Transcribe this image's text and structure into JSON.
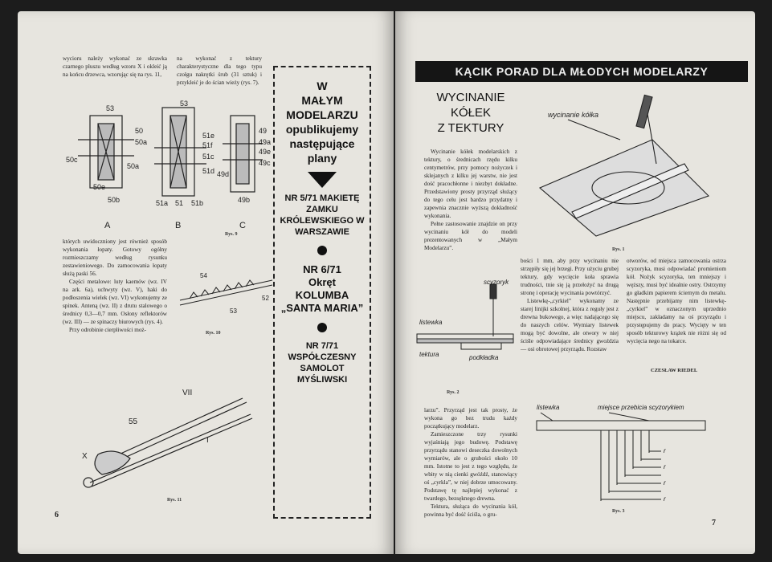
{
  "left_page": {
    "col1_top": "wycioru należy wykonać ze skrawka czarnego pluszu według wzoru X i okleić ją na końcu drzewca, wzorując się na rys. 11,",
    "col2_top": "na wykonać z tektury charakterystyczne dla tego typu czołgu nakrętki śrub (31 sztuk) i przykleić je do ścian wieży (rys. 7).",
    "col_mid": "których uwidoczniony jest również sposób wykonania łopaty. Gotowy ogólny rozmieszczamy według rysunku zestawieniowego. Do zamocowania łopaty służą paski 56.",
    "col_mid2": "Części metalowe: luty kaemów (wz. IV na ark. 6a), uchwyty (wz. V), haki do podłoszenia wielek (wz. VI) wykonujemy ze spinek. Anteną (wz. II) z drutu stalowego o średnicy 0,3—0,7 mm. Osłony reflektorów (wz. III) — ze spinaczy biurowych (rys. 4).",
    "col_mid3": "Przy odrobinie cierpliwości moż-",
    "fig9_labels": {
      "a": "53",
      "b": "50",
      "c": "50a",
      "d": "50c",
      "e": "50a",
      "f": "50e",
      "g": "50b",
      "h": "A",
      "i": "53",
      "j": "51e",
      "k": "51f",
      "l": "51c",
      "m": "51d",
      "n": "51a",
      "o": "51",
      "p": "51b",
      "q": "B",
      "r": "49",
      "s": "49a",
      "t": "49e",
      "u": "49c",
      "v": "49d",
      "w": "49b",
      "x": "C"
    },
    "fig10_labels": {
      "a": "54",
      "b": "53",
      "c": "52"
    },
    "fig11_labels": {
      "a": "VII",
      "b": "55",
      "c": "X",
      "d": "I"
    },
    "rys9": "Rys. 9",
    "rys10": "Rys. 10",
    "rys11": "Rys. 11",
    "page_number": "6"
  },
  "promo_box": {
    "line1": "W",
    "line2": "MAŁYM",
    "line3": "MODELARZU",
    "line4": "opublikujemy",
    "line5": "następujące",
    "line6": "plany",
    "item1": "NR 5/71 MAKIETĘ ZAMKU KRÓLEWSKIEGO W WARSZAWIE",
    "item2_a": "NR 6/71",
    "item2_b": "Okręt",
    "item2_c": "KOLUMBA",
    "item2_d": "„SANTA MARIA”",
    "item3": "NR 7/71 WSPÓŁCZESNY SAMOLOT MYŚLIWSKI"
  },
  "right_page": {
    "banner": "KĄCIK PORAD DLA MŁODYCH MODELARZY",
    "title_lines": [
      "WYCINANIE",
      "KÓŁEK",
      "Z TEKTURY"
    ],
    "intro": "Wycinanie kółek modelarskich z tektury, o średnicach rzędu kilku centymetrów, przy pomocy nożyczek i sklejanych z kilku jej warstw, nie jest dość pracochłonne i niezbyt dokładne. Przedstawiony prosty przyrząd służący do tego celu jest bardzo przydatny i zapewnia znacznie wyższą dokładność wykonania.",
    "intro2": "Pełne zastosowanie znajdzie on przy wycinaniu kół do modeli prezentowanych w „Małym Modelarzu”.",
    "rys1_label": "wycinanie kółka",
    "rys1": "Rys. 1",
    "mid_col1": "bości 1 mm, aby przy wycinaniu nie strzępiły się jej brzegi. Przy użyciu grubej tektury, gdy wycięcie koła sprawia trudności, tnie się ją przełożyć na drugą stronę i operację wycinania powtórzyć.",
    "mid_col1b": "Listewkę-„cyrkiel” wykonamy ze starej linijki szkolnej, która z reguły jest z drewna bukowego, a więc nadającego się do naszych celów. Wymiary listewek mogą być dowolne, ale otwory w niej ściśle odpowiadające średnicy gwoździa — osi obrotowej przyrządu. Rozstaw",
    "mid_col2": "otworów, od miejsca zamocowania ostrza scyzoryka, musi odpowiadać promieniom kół. Nożyk scyzoryka, ten mniejszy i węższy, musi być idealnie ostry. Ostrzymy go gładkim papierem ściernym do metalu. Następnie przebijamy nim listewkę-„cyrkiel” w oznaczonym uprzednio miejscu, zakładamy na oś przyrządu i przystępujemy do pracy. Wycięty w ten sposób tekturowy krążek nie różni się od wycięcia nego na tokarce.",
    "author": "CZESŁAW RIEDEL",
    "rys2_labels": {
      "a": "scyzoryk",
      "b": "listewka",
      "c": "tektura",
      "d": "podkładka"
    },
    "rys2": "Rys. 2",
    "low_col": "larzu”. Przyrząd jest tak prosty, że wykona go bez trudu każdy początkujący modelarz.",
    "low_col2": "Zamieszczone trzy rysunki wyjaśniają jego budowę. Podstawę przyrządu stanowi deseczka dowolnych wymiarów, ale o grubości około 10 mm. Istotne to jest z tego względu, że wbity w nią cienki gwóźdź, stanowiący oś „cyrkla”, w niej dobrze umocowany. Podstawę tę najlepiej wykonać z twardego, bezsęknego drewna.",
    "low_col3": "Tektura, służąca do wycinania kół, powinna być dość ściśla, o gru-",
    "rys3_labels": {
      "a": "listewka",
      "b": "miejsce przebicia scyzorykiem",
      "r": "r"
    },
    "rys3": "Rys. 3",
    "page_number": "7"
  }
}
